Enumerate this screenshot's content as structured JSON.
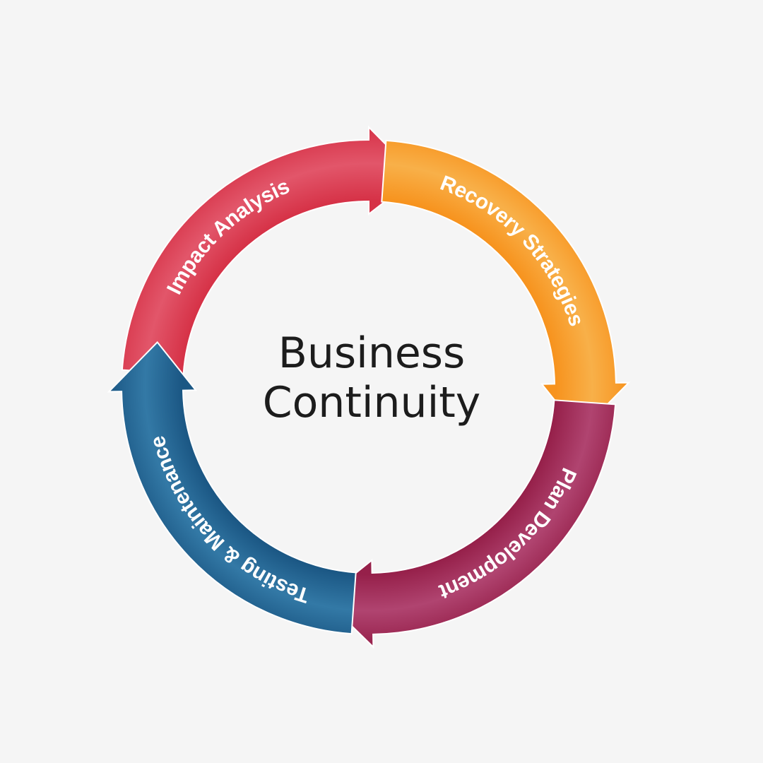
{
  "center": {
    "line1": "Business",
    "line2": "Continuity"
  },
  "segments": [
    {
      "label": "Impact Analysis",
      "color": "#d63247",
      "light": "#e2566a"
    },
    {
      "label": "Recovery Strategies",
      "color": "#f7931e",
      "light": "#f8b049"
    },
    {
      "label": "Plan Development",
      "color": "#96204a",
      "light": "#b04470"
    },
    {
      "label": "Testing & Maintenance",
      "color": "#1b5784",
      "light": "#3379a6"
    }
  ]
}
